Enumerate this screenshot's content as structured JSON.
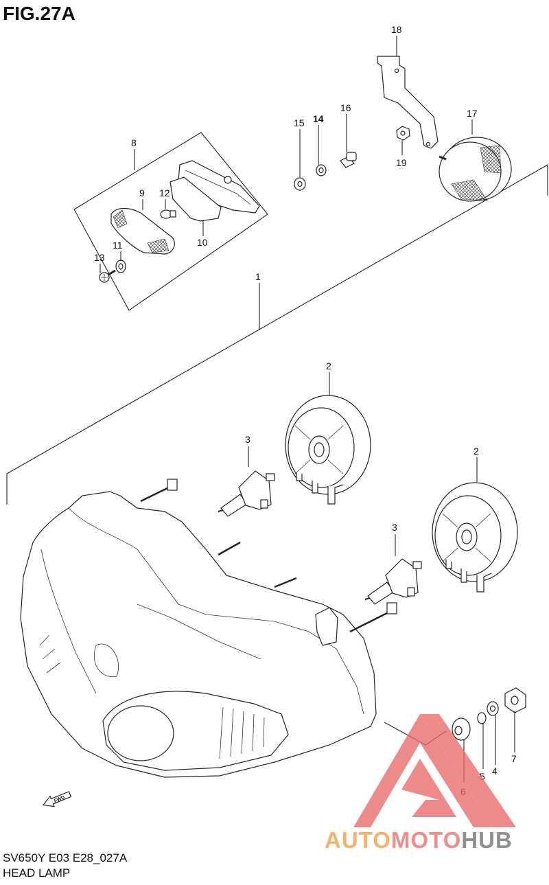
{
  "figure": {
    "title": "FIG.27A",
    "model_code": "SV650Y E03 E28_027A",
    "section_name": "HEAD LAMP"
  },
  "fwd_label": "FWD",
  "callouts": [
    {
      "id": "c1",
      "label": "1"
    },
    {
      "id": "c2a",
      "label": "2"
    },
    {
      "id": "c2b",
      "label": "2"
    },
    {
      "id": "c3a",
      "label": "3"
    },
    {
      "id": "c3b",
      "label": "3"
    },
    {
      "id": "c4",
      "label": "4"
    },
    {
      "id": "c5",
      "label": "5"
    },
    {
      "id": "c6",
      "label": "6"
    },
    {
      "id": "c7",
      "label": "7"
    },
    {
      "id": "c8",
      "label": "8"
    },
    {
      "id": "c9",
      "label": "9"
    },
    {
      "id": "c10",
      "label": "10"
    },
    {
      "id": "c11",
      "label": "11"
    },
    {
      "id": "c12",
      "label": "12"
    },
    {
      "id": "c13",
      "label": "13"
    },
    {
      "id": "c14",
      "label": "14"
    },
    {
      "id": "c15",
      "label": "15"
    },
    {
      "id": "c16",
      "label": "16"
    },
    {
      "id": "c17",
      "label": "17"
    },
    {
      "id": "c18",
      "label": "18"
    },
    {
      "id": "c19",
      "label": "19"
    }
  ],
  "watermark": {
    "part1": "AUTO",
    "part2": "MOTO",
    "part3": "HUB",
    "colors": {
      "auto": "#f6b26b",
      "moto": "#ef8c8c",
      "hub": "#8f8f8f",
      "triangle": "#e86a6a"
    }
  }
}
